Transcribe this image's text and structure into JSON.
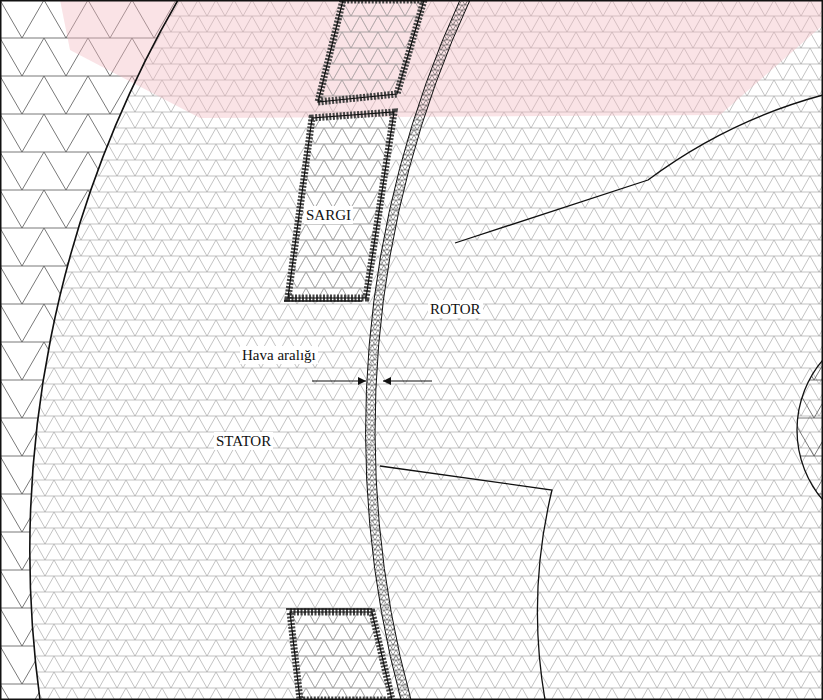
{
  "diagram": {
    "labels": [
      "SARGI",
      "ROTOR",
      "Hava aralığı",
      "STATOR"
    ]
  }
}
